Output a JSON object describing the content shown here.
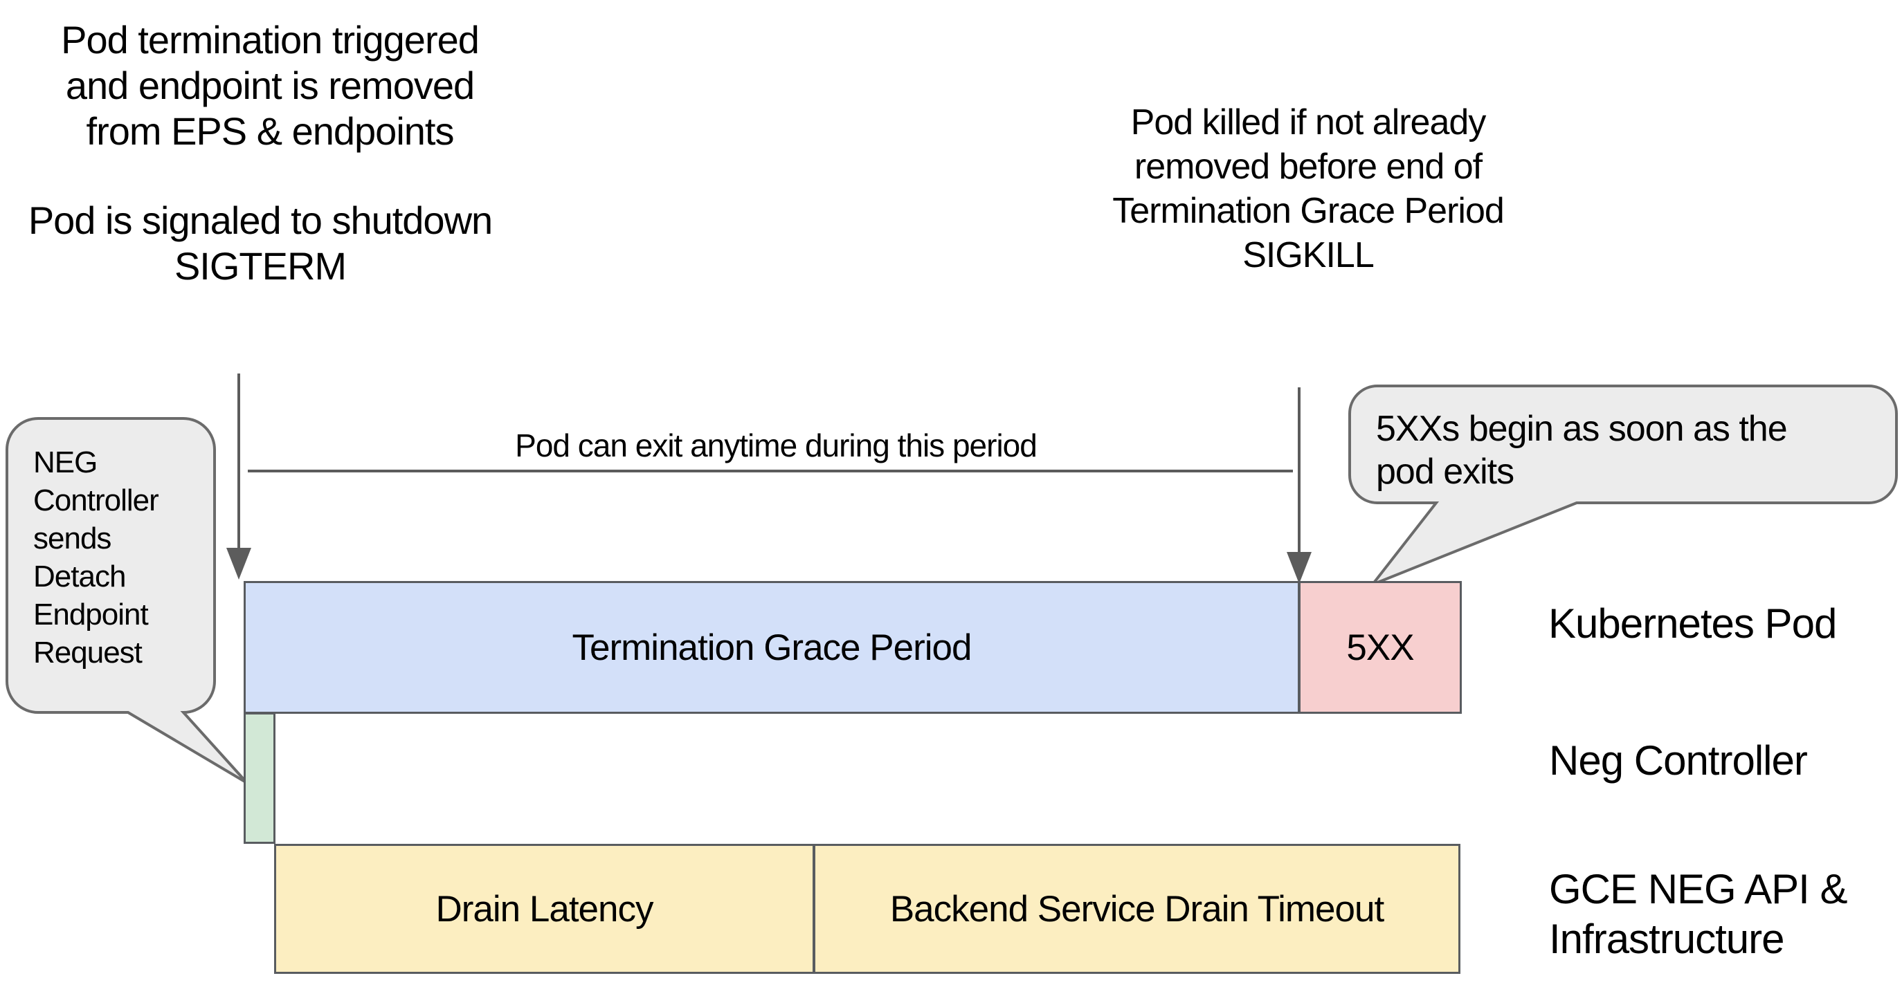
{
  "page": {
    "background": "#ffffff"
  },
  "colors": {
    "blue_bar": "#d3e0f9",
    "pink_bar": "#f7cfcf",
    "green_bar": "#d2e8d6",
    "yellow_bar": "#fceec1",
    "bar_border": "#595c60",
    "bubble_fill": "#ececec",
    "bubble_border": "#6b6b6b",
    "line": "#5c5c5c",
    "text": "#000000"
  },
  "annotations": {
    "top_left_primary": "Pod termination triggered\nand endpoint is removed\nfrom EPS & endpoints",
    "top_left_secondary": "Pod is signaled to shutdown\nSIGTERM",
    "top_right": "Pod killed if not already\nremoved before end of\nTermination Grace Period\nSIGKILL",
    "period_line_label": "Pod can exit anytime during this period",
    "left_bubble": "NEG\nController\nsends\nDetach\nEndpoint\nRequest",
    "right_bubble": "5XXs begin as soon as the\npod exits"
  },
  "timeline": {
    "termination_grace_period": {
      "label": "Termination Grace Period"
    },
    "five_xx": {
      "label": "5XX"
    },
    "drain_latency": {
      "label": "Drain Latency"
    },
    "backend_service_drain_timeout": {
      "label": "Backend Service Drain Timeout"
    }
  },
  "rows": {
    "kubernetes_pod": {
      "label": "Kubernetes Pod"
    },
    "neg_controller": {
      "label": "Neg Controller"
    },
    "gce_neg": {
      "label": "GCE NEG API &\nInfrastructure"
    }
  }
}
